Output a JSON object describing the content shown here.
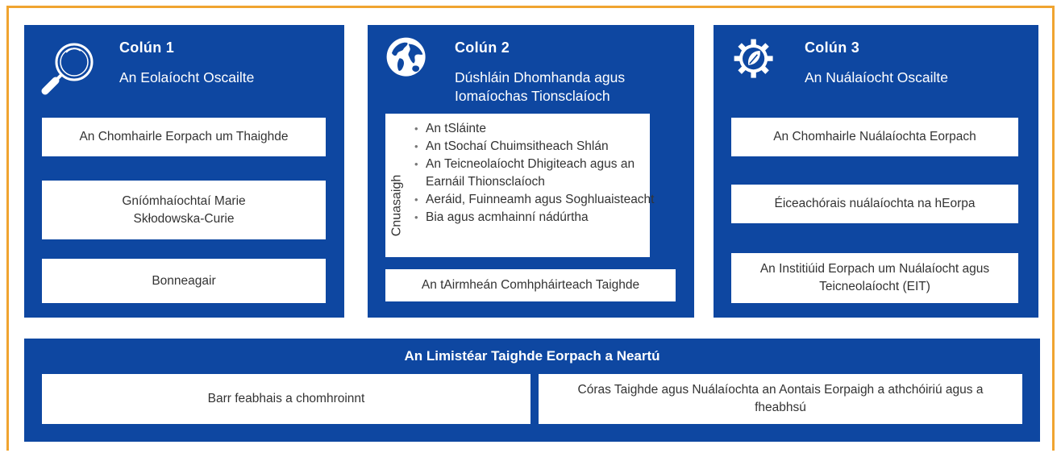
{
  "colors": {
    "frame": "#F0A430",
    "panel": "#0E47A1",
    "box": "#FFFFFF",
    "text": "#333333"
  },
  "pillars": [
    {
      "number": "Colún 1",
      "title": "An Eolaíocht Oscailte",
      "icon": "magnifier-icon",
      "boxes": [
        "An Chomhairle Eorpach um Thaighde",
        "Gníómhaíochtaí Marie Skłodowska-Curie",
        "Bonneagair"
      ]
    },
    {
      "number": "Colún 2",
      "title_line1": "Dúshláin Dhomhanda agus",
      "title_line2": "Iomaíochas Tionsclaíoch",
      "icon": "globe-icon",
      "clusters_label": "Cnuasaigh",
      "clusters": [
        "An tSláinte",
        "An tSochaí Chuimsitheach Shlán",
        "An Teicneolaíocht Dhigiteach agus an Earnáil Thionsclaíoch",
        "Aeráid, Fuinneamh agus Soghluaisteacht",
        "Bia agus acmhainní nádúrtha"
      ],
      "bottom_box": "An tAirmheán Comhpháirteach Taighde"
    },
    {
      "number": "Colún 3",
      "title": "An Nuálaíocht Oscailte",
      "icon": "gear-leaf-icon",
      "boxes": [
        "An Chomhairle Nuálaíochta Eorpach",
        "Éiceachórais nuálaíochta na hEorpa",
        "An Institiúid Eorpach um Nuálaíocht agus Teicneolaíocht (EIT)"
      ]
    }
  ],
  "bottom": {
    "title": "An Limistéar Taighde Eorpach a Neartú",
    "boxes": [
      "Barr feabhais a chomhroinnt",
      "Córas Taighde agus Nuálaíochta an Aontais Eorpaigh a athchóiriú agus a fheabhsú"
    ]
  }
}
